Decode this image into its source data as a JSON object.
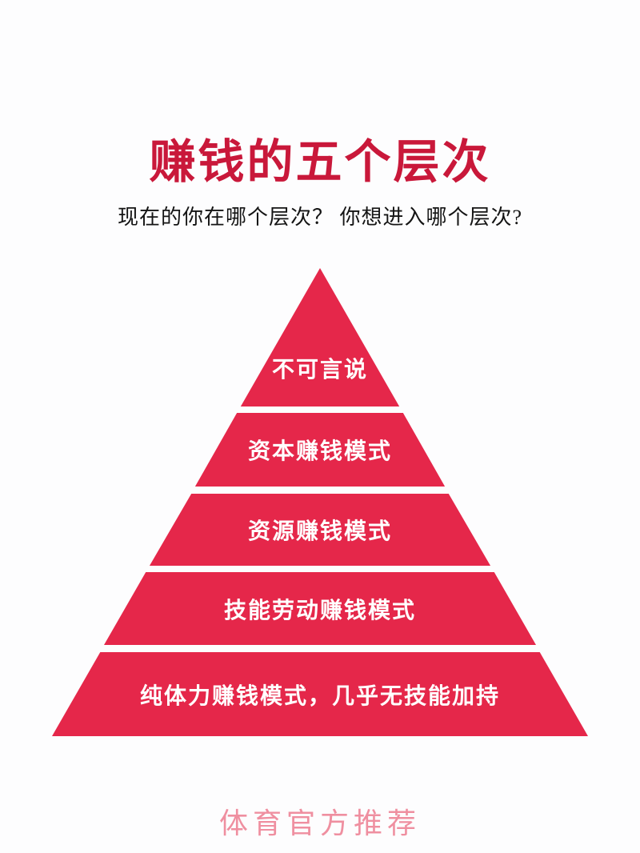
{
  "page": {
    "title": "赚钱的五个层次",
    "subtitle": "现在的你在哪个层次？ 你想进入哪个层次?",
    "watermark": "体育官方推荐"
  },
  "pyramid": {
    "levels": [
      {
        "rank": 1,
        "label": "不可言说"
      },
      {
        "rank": 2,
        "label": "资本赚钱模式"
      },
      {
        "rank": 3,
        "label": "资源赚钱模式"
      },
      {
        "rank": 4,
        "label": "技能劳动赚钱模式"
      },
      {
        "rank": 5,
        "label": "纯体力赚钱模式，几乎无技能加持"
      }
    ]
  },
  "colors": {
    "title_red": "#c9183a",
    "pyramid_red": "#e5274a",
    "watermark_pink": "#ef8fa0"
  }
}
